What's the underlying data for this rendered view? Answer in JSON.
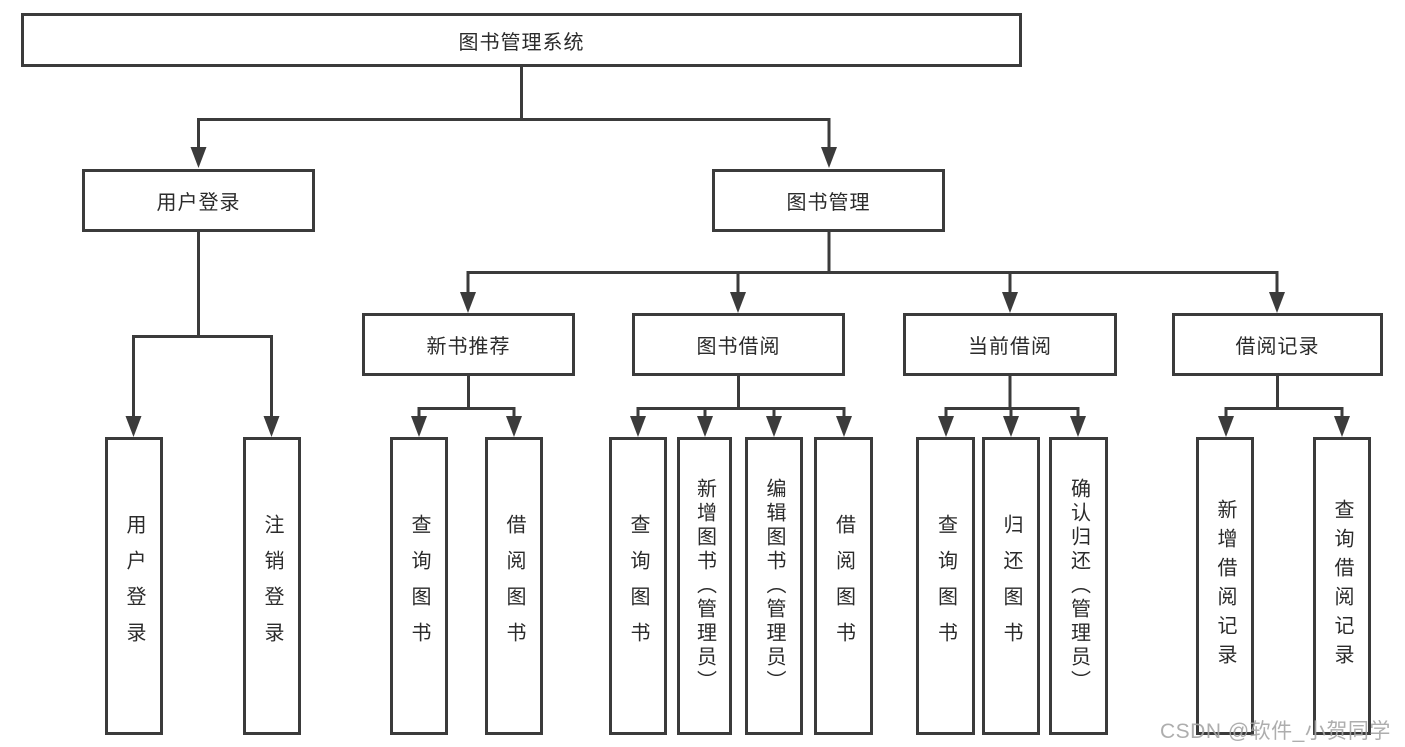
{
  "colors": {
    "line": "#3b3b3b",
    "box_border": "#3b3b3b",
    "text": "#2b2b2b",
    "watermark": "#a6a6a6",
    "background": "#ffffff"
  },
  "watermark": "CSDN @软件_小贺同学",
  "tree": {
    "root": "图书管理系统",
    "children": [
      {
        "label": "用户登录",
        "children": [
          {
            "label": "用户登录"
          },
          {
            "label": "注销登录"
          }
        ]
      },
      {
        "label": "图书管理",
        "children": [
          {
            "label": "新书推荐",
            "children": [
              {
                "label": "查询图书"
              },
              {
                "label": "借阅图书"
              }
            ]
          },
          {
            "label": "图书借阅",
            "children": [
              {
                "label": "查询图书"
              },
              {
                "label": "新增图书（管理员）"
              },
              {
                "label": "编辑图书（管理员）"
              },
              {
                "label": "借阅图书"
              }
            ]
          },
          {
            "label": "当前借阅",
            "children": [
              {
                "label": "查询图书"
              },
              {
                "label": "归还图书"
              },
              {
                "label": "确认归还（管理员）"
              }
            ]
          },
          {
            "label": "借阅记录",
            "children": [
              {
                "label": "新增借阅记录"
              },
              {
                "label": "查询借阅记录"
              }
            ]
          }
        ]
      }
    ]
  }
}
